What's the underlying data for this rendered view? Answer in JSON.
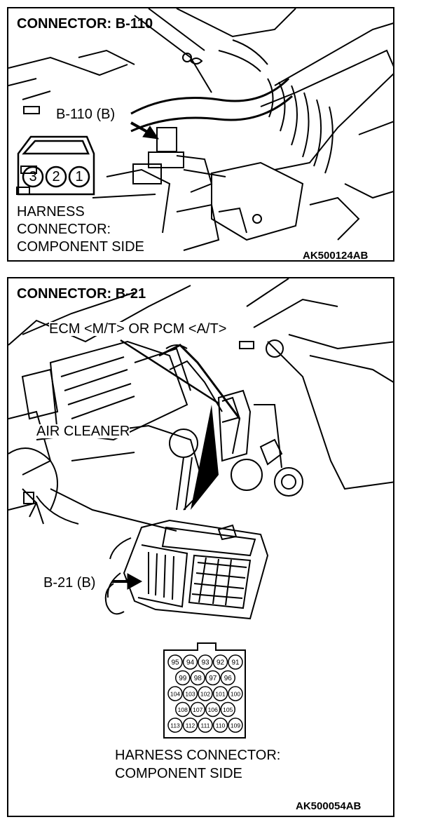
{
  "panel1": {
    "title": "CONNECTOR: B-110",
    "callout": "B-110 (B)",
    "pins": [
      "3",
      "2",
      "1"
    ],
    "caption_lines": [
      "HARNESS",
      "CONNECTOR:",
      "COMPONENT SIDE"
    ],
    "figure_code": "AK500124AB"
  },
  "panel2": {
    "title": "CONNECTOR: B-21",
    "ecm_label": "ECM <M/T> OR PCM <A/T>",
    "air_cleaner_label": "AIR CLEANER",
    "callout": "B-21 (B)",
    "pin_rows": [
      [
        "95",
        "94",
        "93",
        "92",
        "91"
      ],
      [
        "99",
        "98",
        "97",
        "96"
      ],
      [
        "104",
        "103",
        "102",
        "101",
        "100"
      ],
      [
        "108",
        "107",
        "106",
        "105"
      ],
      [
        "113",
        "112",
        "111",
        "110",
        "109"
      ]
    ],
    "caption_lines": [
      "HARNESS CONNECTOR:",
      "COMPONENT SIDE"
    ],
    "figure_code": "AK500054AB"
  }
}
